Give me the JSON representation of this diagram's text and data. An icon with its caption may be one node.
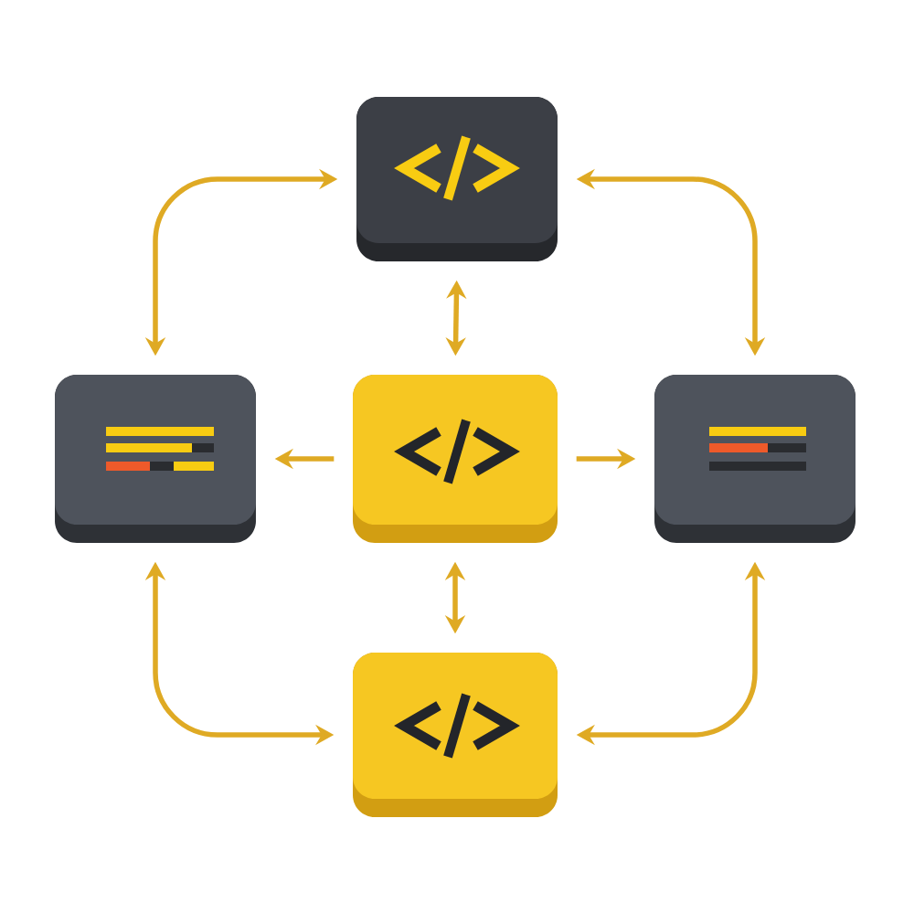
{
  "diagram": {
    "nodes": [
      {
        "text": [],
        "shape": "box"
      },
      {
        "text": [],
        "shape": "box"
      },
      {
        "text": [],
        "shape": "box"
      },
      {
        "text": [],
        "shape": "box"
      },
      {
        "text": [],
        "shape": "box"
      }
    ],
    "edges": [
      {
        "from": 0,
        "to": 1,
        "arrow": "both"
      },
      {
        "from": 0,
        "to": 3,
        "arrow": "both"
      },
      {
        "from": 0,
        "to": 2,
        "arrow": "both"
      },
      {
        "from": 2,
        "to": 1,
        "arrow": "to"
      },
      {
        "from": 2,
        "to": 3,
        "arrow": "to"
      },
      {
        "from": 2,
        "to": 4,
        "arrow": "both"
      },
      {
        "from": 1,
        "to": 4,
        "arrow": "both"
      },
      {
        "from": 3,
        "to": 4,
        "arrow": "both"
      }
    ]
  }
}
